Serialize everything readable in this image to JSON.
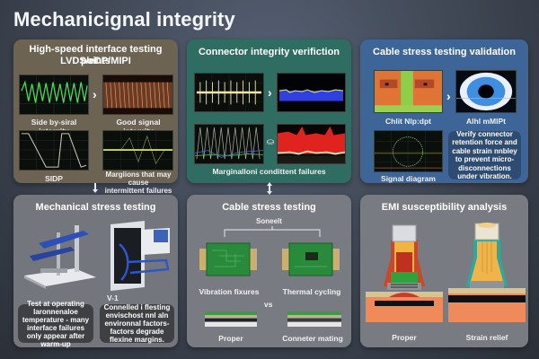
{
  "page": {
    "title": "Mechanicignal integrity"
  },
  "colors": {
    "background": "#444c5a",
    "panel_high_speed": "#6c6353",
    "panel_connector": "#2f6c61",
    "panel_cable_validation": "#3d6597",
    "panel_gray": "#767a80"
  },
  "panels": {
    "high_speed": {
      "title_line1": "High-speed interface testing points",
      "title_line2": "LVDS/eDP/MIPI",
      "captions": [
        "Side by-siral integrity",
        "Good signal integrity",
        "SIDP",
        "Margiions that may cause",
        "intermittent failures"
      ]
    },
    "connector": {
      "title": "Connector integrity verifiction",
      "caption": "Marginalloni condittent failures"
    },
    "cable_validation": {
      "title": "Cable stress testing validation",
      "captions": [
        "Chlit Nlp:dpt",
        "Alhl mMIPt",
        "Signal diagram"
      ],
      "note": "Verify connector retention force and cable strain nnbley to prevent micro-disconnections under vibration."
    },
    "mechanical": {
      "title": "Mechanical stress testing",
      "label": "V-1",
      "note_left": "Test at operating laronnenaloe temperature - many interface failures only appear after warm-up",
      "note_right": "Connelled i flesting envischost nnl aln environnal factors- factors degrade flexine margins."
    },
    "cable_stress": {
      "title": "Cable stress testing",
      "bracket_label": "Soneelt",
      "captions": [
        "Vibration fixures",
        "Thermal cycling",
        "Proper",
        "Conneter mating"
      ],
      "vs_label": "vs"
    },
    "emi": {
      "title": "EMI susceptibility analysis",
      "captions": [
        "Proper",
        "Strain relief"
      ]
    }
  },
  "icons": {
    "arrow_right": "›",
    "connector_glyph": "⛀"
  }
}
